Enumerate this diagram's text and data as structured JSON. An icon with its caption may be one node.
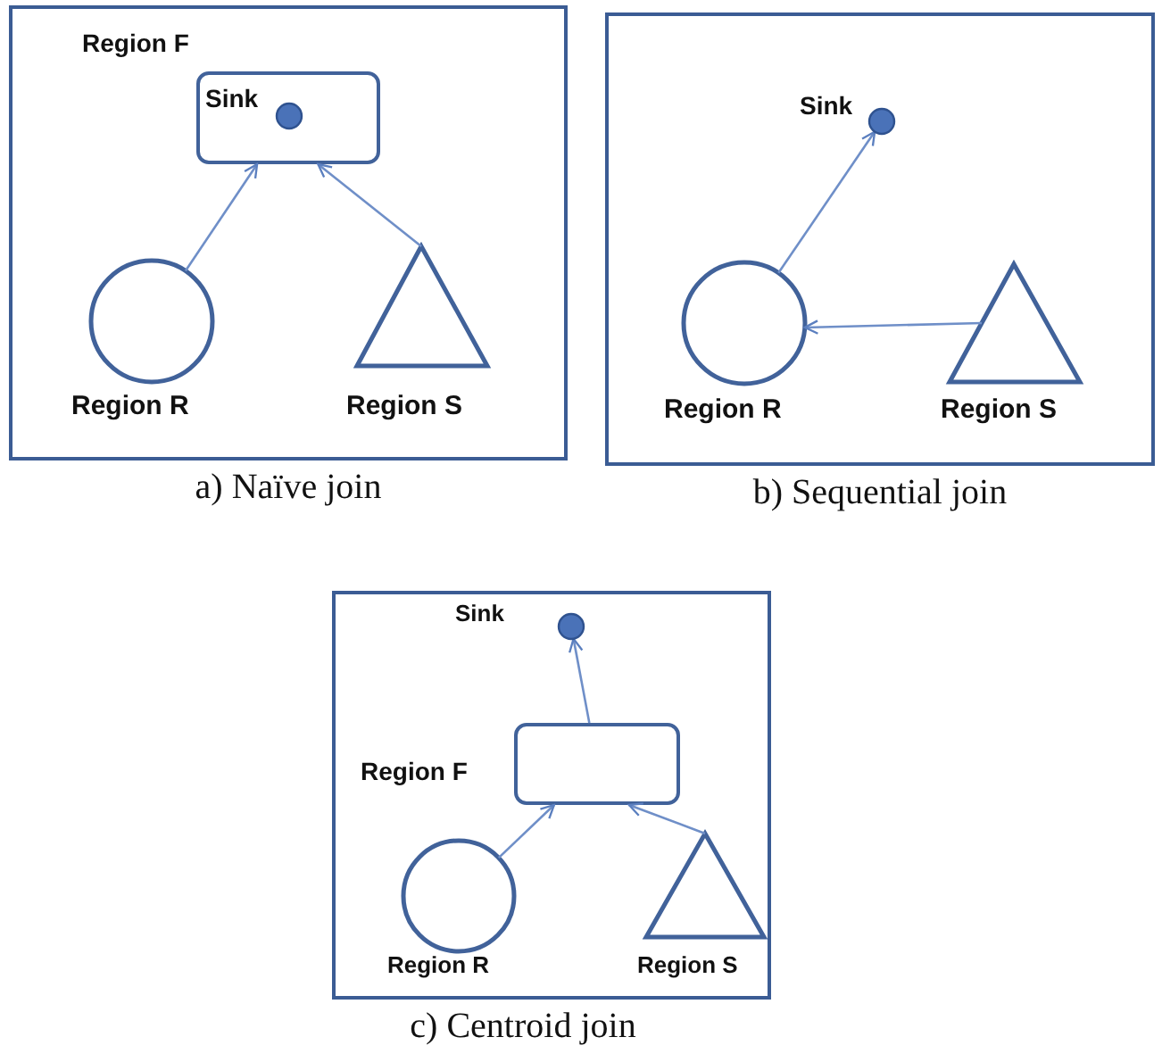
{
  "diagram": {
    "nodes": [
      {
        "text": [],
        "shape": "box",
        "beside": [
          "a) Naïve join"
        ]
      },
      {
        "text": [
          "Region F"
        ],
        "in": 0
      },
      {
        "text": [
          "Sink"
        ],
        "in": 1
      },
      {
        "text": [
          "Region R"
        ],
        "in": 0
      },
      {
        "text": [
          "Region S"
        ],
        "in": 0
      },
      {
        "text": [],
        "shape": "box",
        "beside": [
          "b) Sequential join"
        ]
      },
      {
        "text": [
          "Sink"
        ],
        "in": 5
      },
      {
        "text": [
          "Region R"
        ],
        "in": 5
      },
      {
        "text": [
          "Region S"
        ],
        "in": 5
      },
      {
        "text": [],
        "shape": "box",
        "beside": [
          "c) Centroid join"
        ]
      },
      {
        "text": [
          "Sink"
        ],
        "in": 9
      },
      {
        "text": [
          "Region F"
        ],
        "in": 9
      },
      {
        "text": [
          "Region R"
        ],
        "in": 9
      },
      {
        "text": [
          "Region S"
        ],
        "in": 9
      }
    ],
    "edges": [
      {
        "from": 3,
        "to": 1,
        "arrow": "to"
      },
      {
        "from": 4,
        "to": 1,
        "arrow": "to"
      },
      {
        "from": 7,
        "to": 6,
        "arrow": "to"
      },
      {
        "from": 8,
        "to": 7,
        "arrow": "to"
      },
      {
        "from": 11,
        "to": 10,
        "arrow": "to"
      },
      {
        "from": 12,
        "to": 11,
        "arrow": "to"
      },
      {
        "from": 13,
        "to": 11,
        "arrow": "to"
      }
    ]
  }
}
